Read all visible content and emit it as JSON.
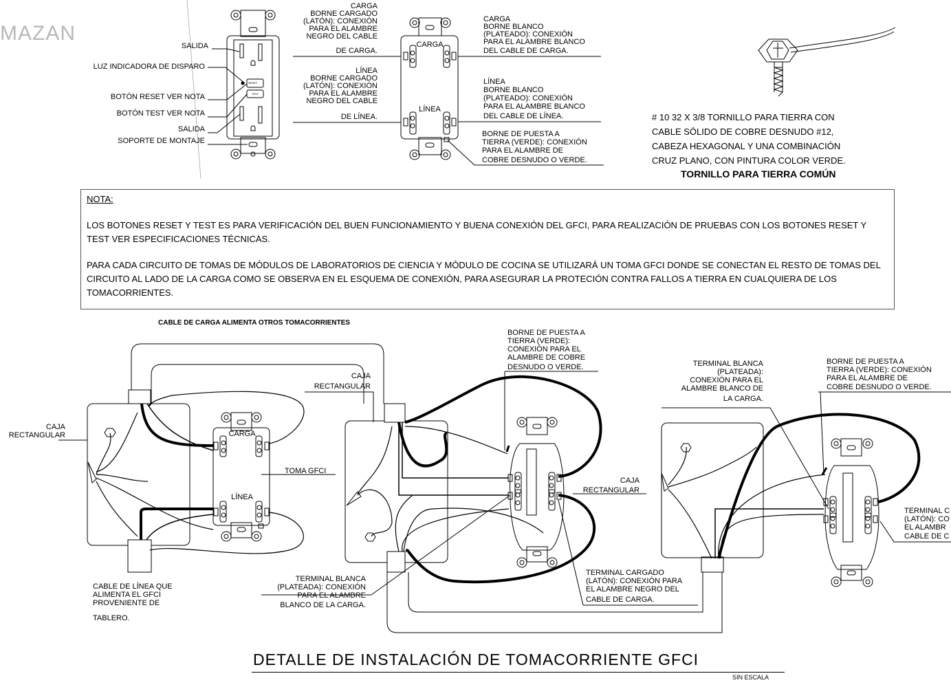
{
  "watermark": "MAZAN",
  "top_diagram": {
    "left_labels": [
      "SALIDA",
      "LUZ INDICADORA DE DISPARO",
      "BOTÓN RESET VER NOTA",
      "BOTÓN TEST VER NOTA",
      "SALIDA",
      "SOPORTE DE MONTAJE"
    ],
    "device_tags": {
      "carga": "CARGA",
      "linea": "LÍNEA",
      "reset": "RESET",
      "test": "TEST"
    },
    "carga_brass": [
      "CARGA",
      "BORNE CARGADO",
      "(LATÓN): CONEXIÓN",
      "PARA EL ALAMBRE",
      "NEGRO DEL CABLE",
      "DE CARGA."
    ],
    "linea_brass": [
      "LÍNEA",
      "BORNE CARGADO",
      "(LATÓN): CONEXIÓN",
      "PARA EL ALAMBRE",
      "NEGRO DEL CABLE",
      "DE LÍNEA."
    ],
    "carga_white": [
      "CARGA",
      "BORNE BLANCO",
      "(PLATEADO): CONEXIÓN",
      "PARA EL ALAMBRE BLANCO",
      "DEL CABLE DE CARGA."
    ],
    "linea_white": [
      "LÍNEA",
      "BORNE BLANCO",
      "(PLATEADO): CONEXIÓN",
      "PARA EL ALAMBRE BLANCO",
      "DEL CABLE DE LÍNEA."
    ],
    "ground": [
      "BORNE DE PUESTA A",
      "TIERRA (VERDE): CONEXIÓN",
      "PARA EL ALAMBRE DE",
      "COBRE DESNUDO O VERDE."
    ]
  },
  "screw": {
    "caption": [
      "# 10 32 X 3/8 TORNILLO PARA TIERRA CON",
      "CABLE SÓLIDO DE COBRE DESNUDO #12,",
      "CABEZA HEXAGONAL Y UNA COMBINACIÓN",
      "CRUZ PLANO, CON PINTURA COLOR VERDE."
    ],
    "title": "TORNILLO PARA TIERRA COMÚN"
  },
  "note": {
    "heading": "NOTA:",
    "p1": "LOS BOTONES RESET Y TEST ES PARA VERIFICACIÓN DEL BUEN FUNCIONAMIENTO Y BUENA CONEXIÓN DEL GFCI, PARA REALIZACIÓN DE PRUEBAS CON LOS BOTONES RESET Y TEST VER ESPECIFICACIONES TÉCNICAS.",
    "p2": "PARA CADA CIRCUITO DE TOMAS DE MÓDULOS DE LABORATORIOS DE CIENCIA Y MÓDULO DE COCINA SE UTILIZARÁ UN TOMA GFCI DONDE SE CONECTAN EL RESTO DE TOMAS DEL CIRCUITO AL LADO DE LA CARGA COMO SE OBSERVA EN EL ESQUEMA DE CONEXIÓN, PARA ASEGURAR LA PROTECIÓN CONTRA FALLOS A TIERRA EN CUALQUIERA DE LOS TOMACORRIENTES."
  },
  "bottom_diagram": {
    "cable_title": "CABLE DE CARGA ALIMENTA OTROS TOMACORRIENTES",
    "caja_left": [
      "CAJA",
      "RECTANGULAR"
    ],
    "caja_mid": [
      "CAJA",
      "RECTANGULAR"
    ],
    "caja_right": [
      "CAJA",
      "RECTANGULAR"
    ],
    "carga": "CARGA",
    "linea": "LÍNEA",
    "toma_gfci": "TOMA GFCI",
    "cable_linea": [
      "CABLE DE LÍNEA QUE",
      "ALIMENTA EL GFCI",
      "PROVENIENTE DE",
      "TABLERO."
    ],
    "ground_mid": [
      "BORNE DE PUESTA A",
      "TIERRA (VERDE):",
      "CONEXIÓN PARA EL",
      "ALAMBRE DE COBRE",
      "DESNUDO O VERDE."
    ],
    "white_mid": [
      "TERMINAL BLANCA",
      "(PLATEADA): CONEXIÓN",
      "PARA EL ALAMBRE",
      "BLANCO DE LA CARGA."
    ],
    "brass_mid": [
      "TERMINAL CARGADO",
      "(LATÓN): CONEXIÓN PARA",
      "EL ALAMBRE NEGRO DEL",
      "CABLE DE CARGA."
    ],
    "white_right": [
      "TERMINAL BLANCA",
      "(PLATEADA):",
      "CONEXIÓN PARA EL",
      "ALAMBRE BLANCO DE",
      "LA CARGA."
    ],
    "ground_right": [
      "BORNE DE PUESTA A",
      "TIERRA (VERDE): CONEXIÓN",
      "PARA EL ALAMBRE DE",
      "COBRE DESNUDO O VERDE."
    ],
    "brass_right": [
      "TERMINAL C",
      "(LATÓN): CO",
      "EL ALAMBR",
      "CABLE DE C"
    ]
  },
  "title": "DETALLE DE  INSTALACIÓN DE TOMACORRIENTE GFCI",
  "scale": "SIN ESCALA"
}
